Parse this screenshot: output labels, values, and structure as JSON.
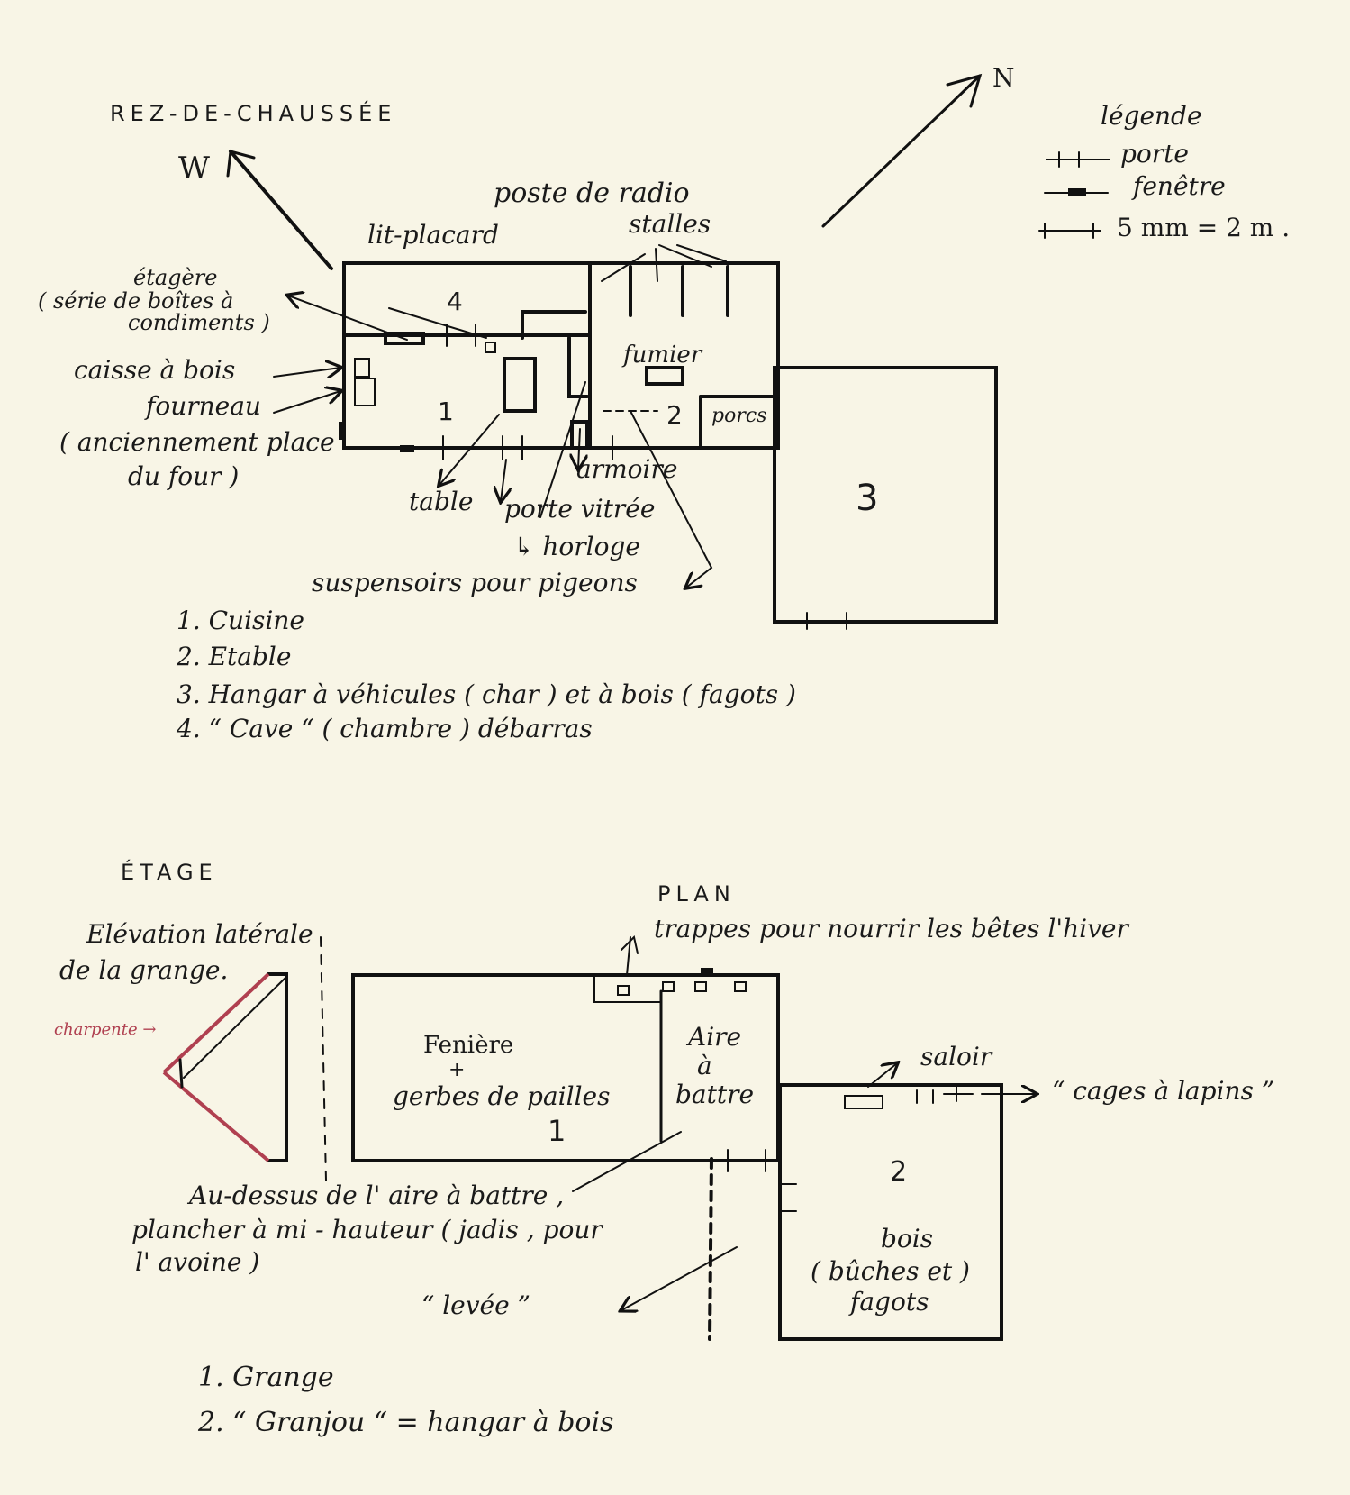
{
  "ground_floor": {
    "title": "REZ-DE-CHAUSSÉE",
    "compass_west": "W",
    "compass_north": "N",
    "legend": {
      "title": "légende",
      "door": "porte",
      "window": "fenêtre",
      "scale": "5 mm = 2 m ."
    },
    "labels": {
      "radio": "poste de radio",
      "bed": "lit-placard",
      "stalls": "stalles",
      "shelf_1": "étagère",
      "shelf_2": "( série de boîtes à",
      "shelf_3": "condiments )",
      "woodbox": "caisse à bois",
      "stove": "fourneau",
      "stove_note_1": "( anciennement place",
      "stove_note_2": "du four )",
      "manure": "fumier",
      "pigs": "porcs",
      "wardrobe": "armoire",
      "table": "table",
      "glass_door": "porte vitrée",
      "clock": "↳ horloge",
      "pigeons": "suspensoirs pour pigeons"
    },
    "rooms": {
      "r1": "1",
      "r2": "2",
      "r3": "3",
      "r4": "4"
    },
    "key": [
      "1. Cuisine",
      "2. Etable",
      "3. Hangar à véhicules ( char ) et à bois ( fagots )",
      "4. “ Cave “ ( chambre ) débarras"
    ]
  },
  "upper_floor": {
    "title": "ÉTAGE",
    "plan": "PLAN",
    "hatches": "trappes pour nourrir les bêtes l'hiver",
    "elevation_1": "Elévation latérale",
    "elevation_2": "de la grange.",
    "frame": "charpente →",
    "hay_1": "Fenière",
    "hay_plus": "+",
    "hay_2": "gerbes de pailles",
    "threshing_1": "Aire",
    "threshing_2": "à",
    "threshing_3": "battre",
    "salting": "saloir",
    "rabbits": "“ cages à lapins ”",
    "wood_1": "bois",
    "wood_2": "( bûches et )",
    "wood_3": "fagots",
    "above_1": "Au-dessus de l' aire à battre ,",
    "above_2": "plancher à mi - hauteur ( jadis , pour",
    "above_3": "l' avoine )",
    "raised": "“ levée ”",
    "rooms": {
      "r1": "1",
      "r2": "2"
    },
    "key": [
      "1. Grange",
      "2. “ Granjou “ = hangar à bois"
    ]
  },
  "colors": {
    "paper": "#f8f5e6",
    "ink": "#1a1a1a",
    "charpente": "#b04050"
  }
}
